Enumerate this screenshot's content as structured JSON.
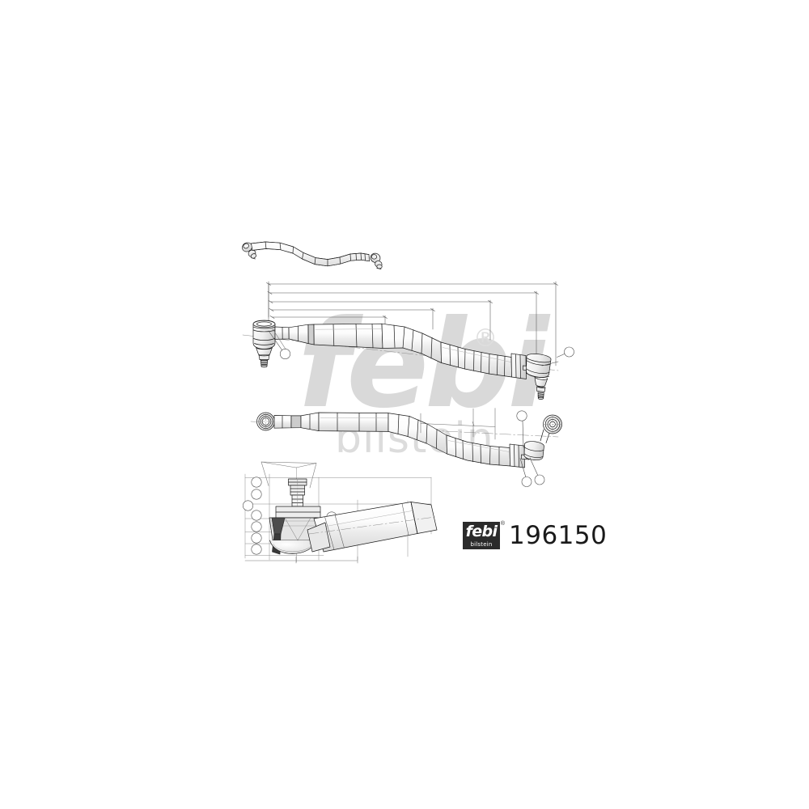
{
  "document": {
    "type": "technical-drawing",
    "background_color": "#ffffff",
    "line_color": "#1a1a1a"
  },
  "watermark": {
    "brand_primary": "febi",
    "brand_secondary": "bilstein",
    "registered_symbol": "®",
    "color": "#d9d9d9"
  },
  "part_label": {
    "logo_primary": "febi",
    "logo_secondary": "bilstein",
    "logo_registered": "®",
    "part_number": "196150",
    "logo_background": "#2b2b2b",
    "logo_text_color": "#ffffff",
    "number_color": "#1a1a1a"
  },
  "views": [
    {
      "id": "perspective-view",
      "name": "drag-link-perspective-view",
      "description": "Isometric overview of complete drag link assembly with ball joints at both ends"
    },
    {
      "id": "main-elevation-view",
      "name": "drag-link-side-elevation",
      "description": "Side elevation of drag link with left ball joint stud pointing down, tapered tube, clamp collar and right ball joint"
    },
    {
      "id": "secondary-elevation-view",
      "name": "drag-link-rotated-elevation",
      "description": "Rotated elevation showing ball joint housing from above with concentric bore circles"
    },
    {
      "id": "section-detail-view",
      "name": "ball-joint-section-detail",
      "description": "Enlarged cross section of the ball joint head, bearing seat, stud, grease nipple and clamped tube end"
    }
  ],
  "annotations": {
    "balloon_count": 14,
    "balloon_labels": []
  }
}
